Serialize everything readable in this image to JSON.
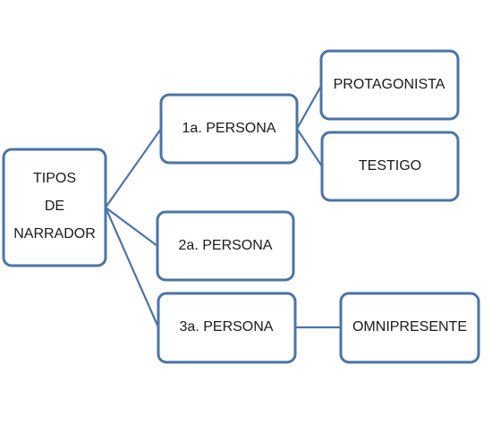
{
  "diagram": {
    "root": {
      "lines": [
        "TIPOS",
        "DE",
        "NARRADOR"
      ]
    },
    "first_person": {
      "label": "1a. PERSONA",
      "children": [
        "PROTAGONISTA",
        "TESTIGO"
      ]
    },
    "second_person": {
      "label": "2a. PERSONA"
    },
    "third_person": {
      "label": "3a. PERSONA",
      "children": [
        "OMNIPRESENTE"
      ]
    },
    "colors": {
      "border": "#4a74a8",
      "background": "#ffffff",
      "text": "#1a1a1a"
    }
  }
}
